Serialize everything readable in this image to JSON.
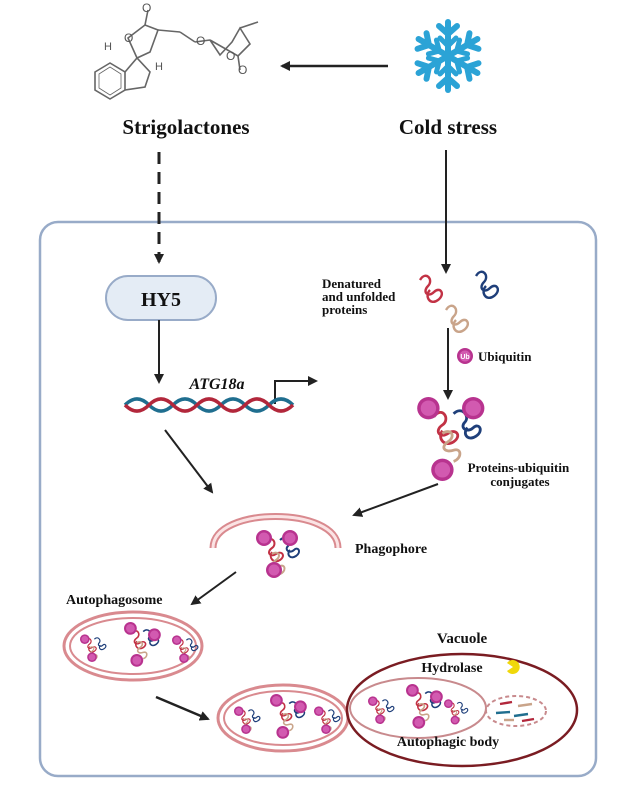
{
  "title_left": "Strigolactones",
  "title_right": "Cold stress",
  "hy5": "HY5",
  "gene": "ATG18a",
  "denatured": [
    "Denatured",
    "and unfolded",
    "proteins"
  ],
  "ubiquitin_label": "Ubiquitin",
  "ub_badge": "Ub",
  "conjugates": [
    "Proteins-ubiquitin",
    "conjugates"
  ],
  "phagophore": "Phagophore",
  "autophagosome": "Autophagosome",
  "vacuole": "Vacuole",
  "hydrolase": "Hydrolase",
  "autophagic_body": "Autophagic body",
  "colors": {
    "snowflake": "#2ba3d6",
    "cell_border": "#98abc8",
    "hy5_fill": "#e4ecf5",
    "dna_red": "#b2273b",
    "dna_blue": "#1f6e8f",
    "membrane": "#d98a8f",
    "vacuole": "#7a1c22",
    "ub": "#b8338f",
    "hydrolase": "#f0d80a"
  }
}
